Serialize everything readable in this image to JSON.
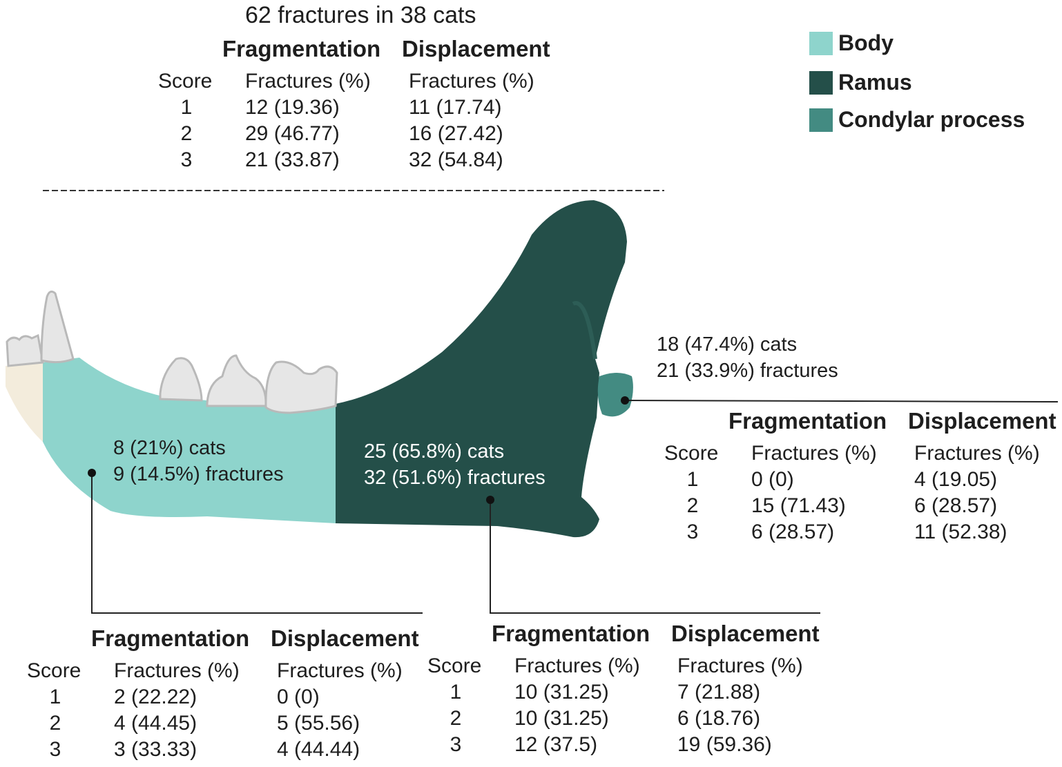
{
  "title": "62 fractures in 38 cats",
  "legend": [
    {
      "label": "Body",
      "color": "#8ed4cc"
    },
    {
      "label": "Ramus",
      "color": "#244f49"
    },
    {
      "label": "Condylar process",
      "color": "#438b82"
    }
  ],
  "table_headers": {
    "fragmentation": "Fragmentation",
    "displacement": "Displacement",
    "score": "Score",
    "fractures": "Fractures (%)"
  },
  "overall": {
    "rows": [
      {
        "score": "1",
        "frag": "12 (19.36)",
        "disp": "11 (17.74)"
      },
      {
        "score": "2",
        "frag": "29 (46.77)",
        "disp": "16 (27.42)"
      },
      {
        "score": "3",
        "frag": "21 (33.87)",
        "disp": "32 (54.84)"
      }
    ]
  },
  "body": {
    "cats": "8 (21%) cats",
    "fractures": "9 (14.5%) fractures",
    "rows": [
      {
        "score": "1",
        "frag": "2 (22.22)",
        "disp": "0 (0)"
      },
      {
        "score": "2",
        "frag": "4 (44.45)",
        "disp": "5 (55.56)"
      },
      {
        "score": "3",
        "frag": "3 (33.33)",
        "disp": "4 (44.44)"
      }
    ]
  },
  "ramus": {
    "cats": "25 (65.8%) cats",
    "fractures": "32 (51.6%) fractures",
    "rows": [
      {
        "score": "1",
        "frag": "10 (31.25)",
        "disp": "7 (21.88)"
      },
      {
        "score": "2",
        "frag": "10 (31.25)",
        "disp": "6 (18.76)"
      },
      {
        "score": "3",
        "frag": "12 (37.5)",
        "disp": "19 (59.36)"
      }
    ]
  },
  "condylar": {
    "cats": "18 (47.4%) cats",
    "fractures": "21 (33.9%) fractures",
    "rows": [
      {
        "score": "1",
        "frag": "0 (0)",
        "disp": "4 (19.05)"
      },
      {
        "score": "2",
        "frag": "15 (71.43)",
        "disp": "6 (28.57)"
      },
      {
        "score": "3",
        "frag": "6 (28.57)",
        "disp": "11 (52.38)"
      }
    ]
  },
  "colors": {
    "bone_incisor": "#f3ecdc",
    "tooth": "#e6e6e6",
    "tooth_outline": "#b9b9b9"
  }
}
